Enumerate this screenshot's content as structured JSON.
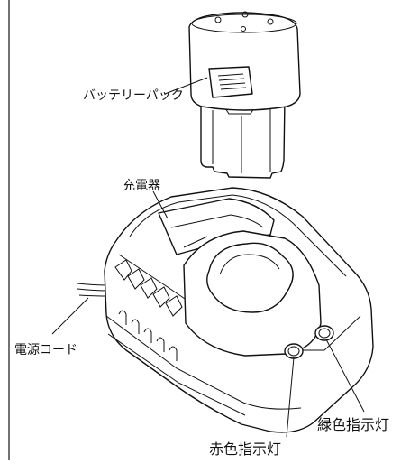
{
  "labels": {
    "battery_pack": "バッテリーパック",
    "charger": "充電器",
    "power_cord": "電源コード",
    "red_indicator": "赤色指示灯",
    "green_indicator": "緑色指示灯"
  }
}
